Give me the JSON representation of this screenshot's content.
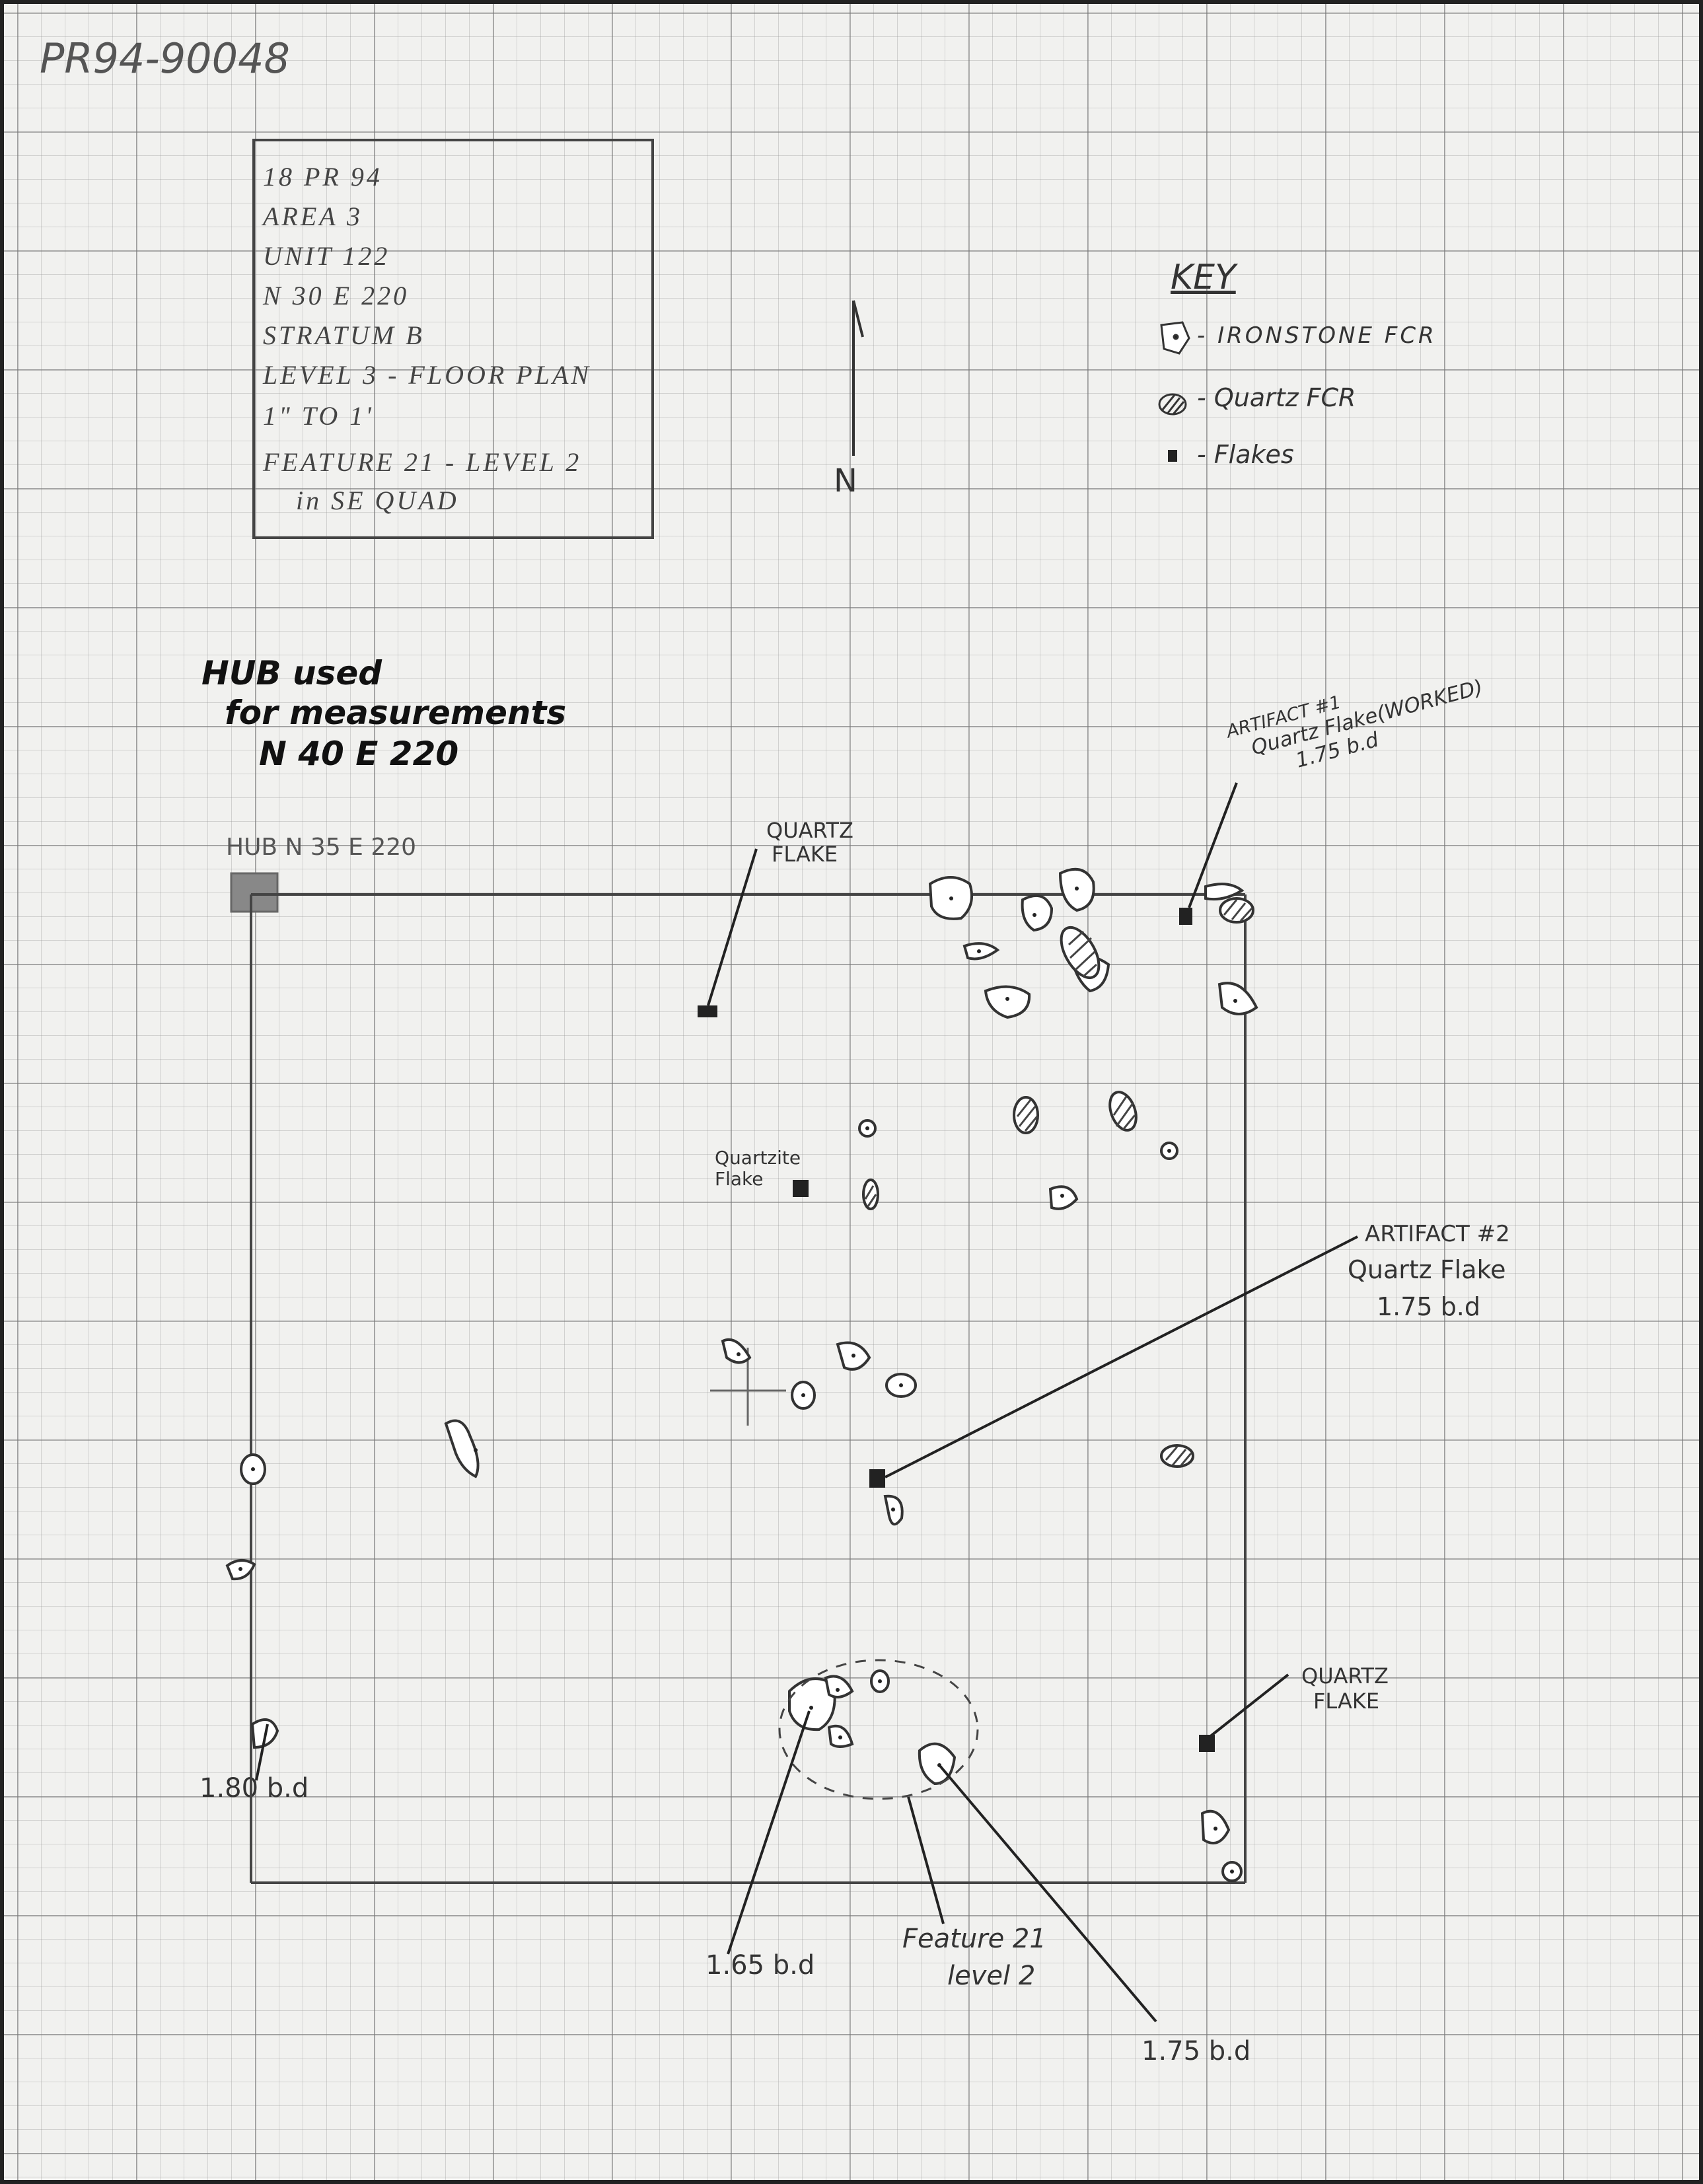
{
  "sheet_id": "PR94-90048",
  "info_box": {
    "lines": [
      "18 PR 94",
      "AREA 3",
      "UNIT 122",
      "N 30  E 220",
      "STRATUM B",
      "LEVEL 3 - FLOOR PLAN",
      "1\" TO 1'",
      "FEATURE 21 - LEVEL 2",
      "in SE QUAD"
    ]
  },
  "north_label": "N",
  "key": {
    "title": "KEY",
    "items": [
      {
        "symbol": "ironstone",
        "label": "- IRONSTONE FCR"
      },
      {
        "symbol": "quartz",
        "label": "- Quartz FCR"
      },
      {
        "symbol": "flake",
        "label": "- Flakes"
      }
    ]
  },
  "hub_note": [
    "HUB used",
    "for measurements",
    "N 40  E 220"
  ],
  "hub_marker_label": "HUB  N 35  E 220",
  "labels": {
    "quartz_flake_top": [
      "QUARTZ",
      "FLAKE"
    ],
    "artifact1": [
      "ARTIFACT #1",
      "Quartz Flake(WORKED)",
      "1.75 b.d"
    ],
    "quartzite_flake": [
      "Quartzite",
      "Flake"
    ],
    "artifact2": [
      "ARTIFACT #2",
      "Quartz Flake",
      "1.75 b.d"
    ],
    "quartz_flake_bottom": [
      "QUARTZ",
      "FLAKE"
    ],
    "depth_180": "1.80 b.d",
    "depth_165": "1.65 b.d",
    "feature21": [
      "Feature 21",
      "level 2"
    ],
    "depth_175": "1.75 b.d"
  }
}
